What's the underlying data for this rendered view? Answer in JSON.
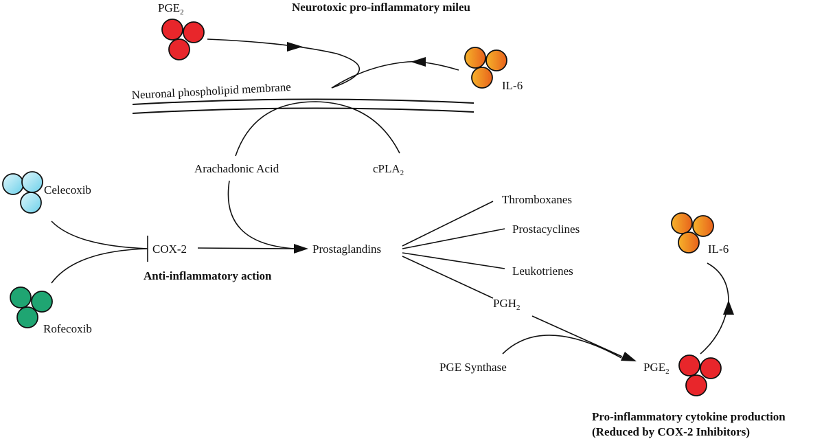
{
  "title": "Neurotoxic pro-inflammatory mileu",
  "membrane": "Neuronal phospholipid membrane",
  "nodes": {
    "pge2_top": {
      "base": "PGE",
      "sub": "2"
    },
    "il6_top": "IL-6",
    "arachidonic_acid": "Arachadonic Acid",
    "cpla2": {
      "base": "cPLA",
      "sub": "2"
    },
    "celecoxib": "Celecoxib",
    "rofecoxib": "Rofecoxib",
    "cox2": "COX-2",
    "anti_inflammatory": "Anti-inflammatory action",
    "prostaglandins": "Prostaglandins",
    "thromboxanes": "Thromboxanes",
    "prostacyclines": "Prostacyclines",
    "leukotrienes": "Leukotrienes",
    "pgh2": {
      "base": "PGH",
      "sub": "2"
    },
    "pge_synthase": "PGE Synthase",
    "pge2_bottom": {
      "base": "PGE",
      "sub": "2"
    },
    "il6_bottom": "IL-6"
  },
  "footer": {
    "line1": "Pro-inflammatory cytokine production",
    "line2": "(Reduced by COX-2 Inhibitors)"
  },
  "colors": {
    "pge2": "#e8262b",
    "il6_light": "#f6b22a",
    "il6_dark": "#e8621c",
    "celecoxib_light": "#dff6fb",
    "celecoxib": "#6cd0ea",
    "rofecoxib": "#1fa572",
    "line": "#111111"
  }
}
